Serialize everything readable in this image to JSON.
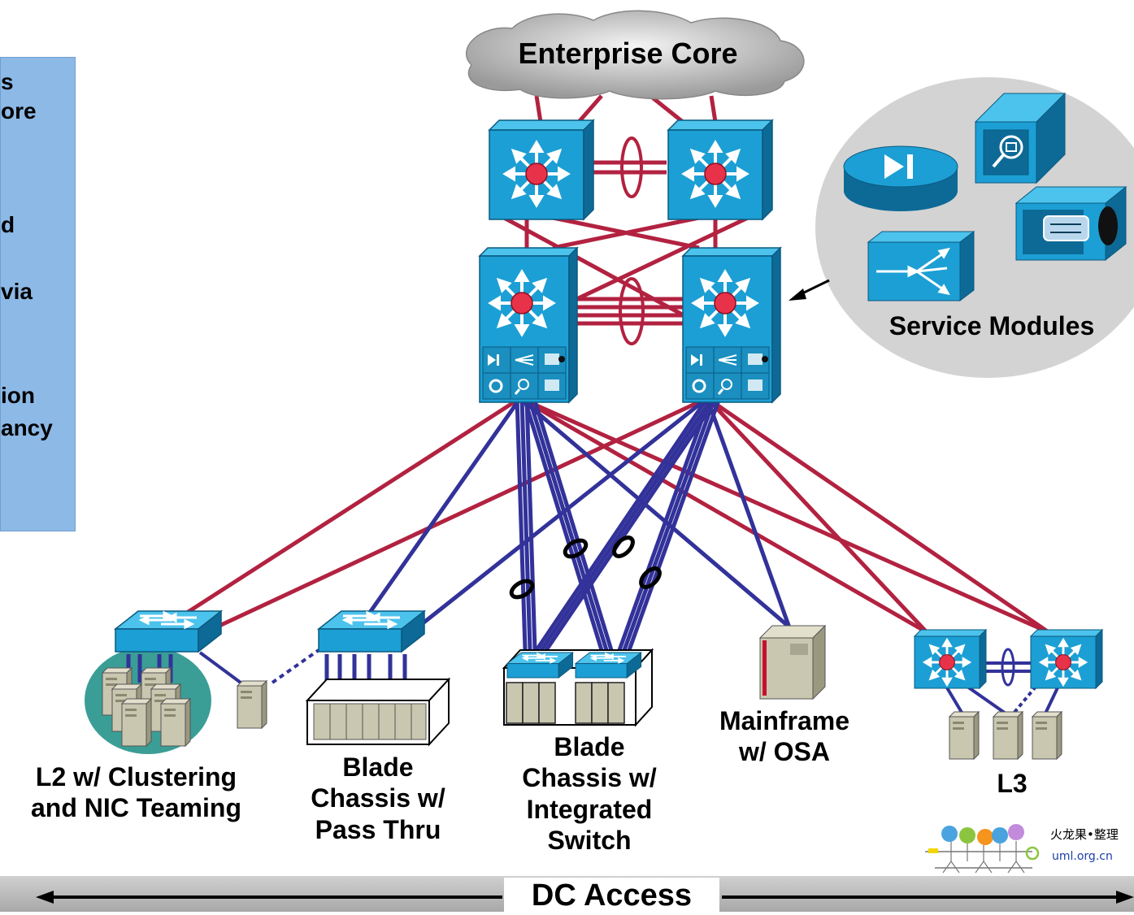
{
  "cloud": {
    "label": "Enterprise Core"
  },
  "left_panel": {
    "lines": [
      "s",
      "ore",
      "d",
      " via",
      "ion",
      "ancy"
    ]
  },
  "service_modules": {
    "label": "Service Modules"
  },
  "access_groups": [
    {
      "label": "L2 w/ Clustering\nand NIC Teaming"
    },
    {
      "label": "Blade\nChassis w/\nPass Thru"
    },
    {
      "label": "Blade\nChassis w/\nIntegrated\nSwitch"
    },
    {
      "label": "Mainframe\nw/ OSA"
    },
    {
      "label": "L3"
    }
  ],
  "bottom_bar": {
    "label": "DC Access"
  },
  "watermark": {
    "text": "火龙果•整理",
    "url": "uml.org.cn"
  },
  "colors": {
    "link_red": "#b22240",
    "link_blue": "#32329a",
    "switch_blue": "#1c9fd4",
    "switch_dark": "#0d6a96",
    "router_red": "#e8324a",
    "panel_bg": "#8db9e6",
    "server_beige": "#c9c7b0",
    "cluster_teal": "#3a9e96",
    "service_gray": "#d3d3d3"
  }
}
